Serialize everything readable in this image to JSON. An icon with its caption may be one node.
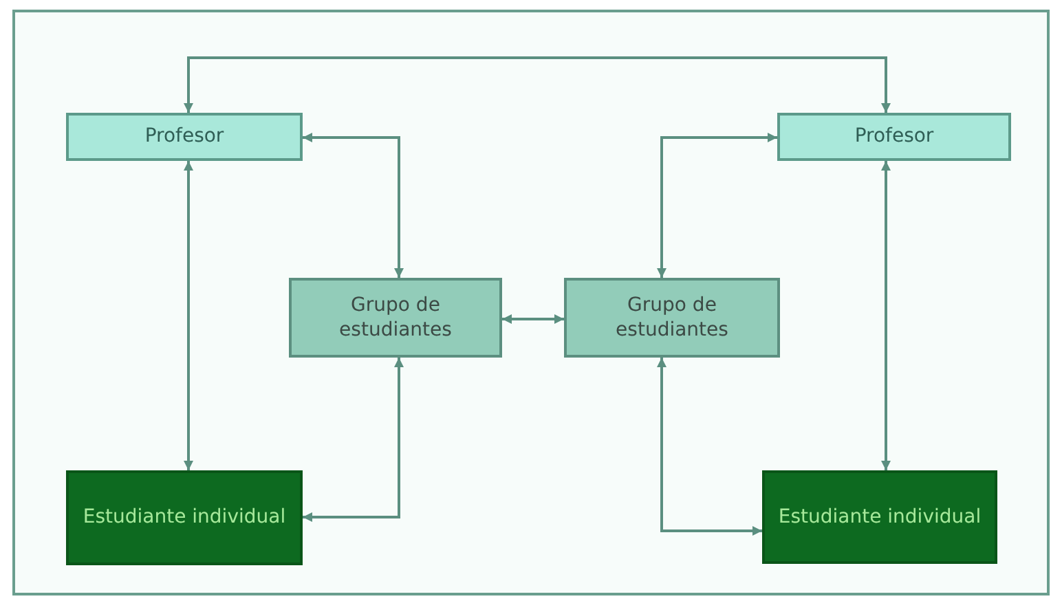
{
  "diagram": {
    "nodes": [
      {
        "text": [
          "Profesor"
        ]
      },
      {
        "text": [
          "Profesor"
        ]
      },
      {
        "text": [
          "Grupo de estudiantes"
        ]
      },
      {
        "text": [
          "Grupo de estudiantes"
        ]
      },
      {
        "text": [
          "Estudiante individual"
        ]
      },
      {
        "text": [
          "Estudiante individual"
        ]
      }
    ],
    "edges": [
      {
        "from": 0,
        "to": 1,
        "arrow": "both"
      },
      {
        "from": 0,
        "to": 2,
        "arrow": "both"
      },
      {
        "from": 0,
        "to": 4,
        "arrow": "both"
      },
      {
        "from": 1,
        "to": 3,
        "arrow": "both"
      },
      {
        "from": 1,
        "to": 5,
        "arrow": "both"
      },
      {
        "from": 2,
        "to": 3,
        "arrow": "both"
      },
      {
        "from": 2,
        "to": 4,
        "arrow": "both"
      },
      {
        "from": 3,
        "to": 5,
        "arrow": "both"
      }
    ]
  }
}
